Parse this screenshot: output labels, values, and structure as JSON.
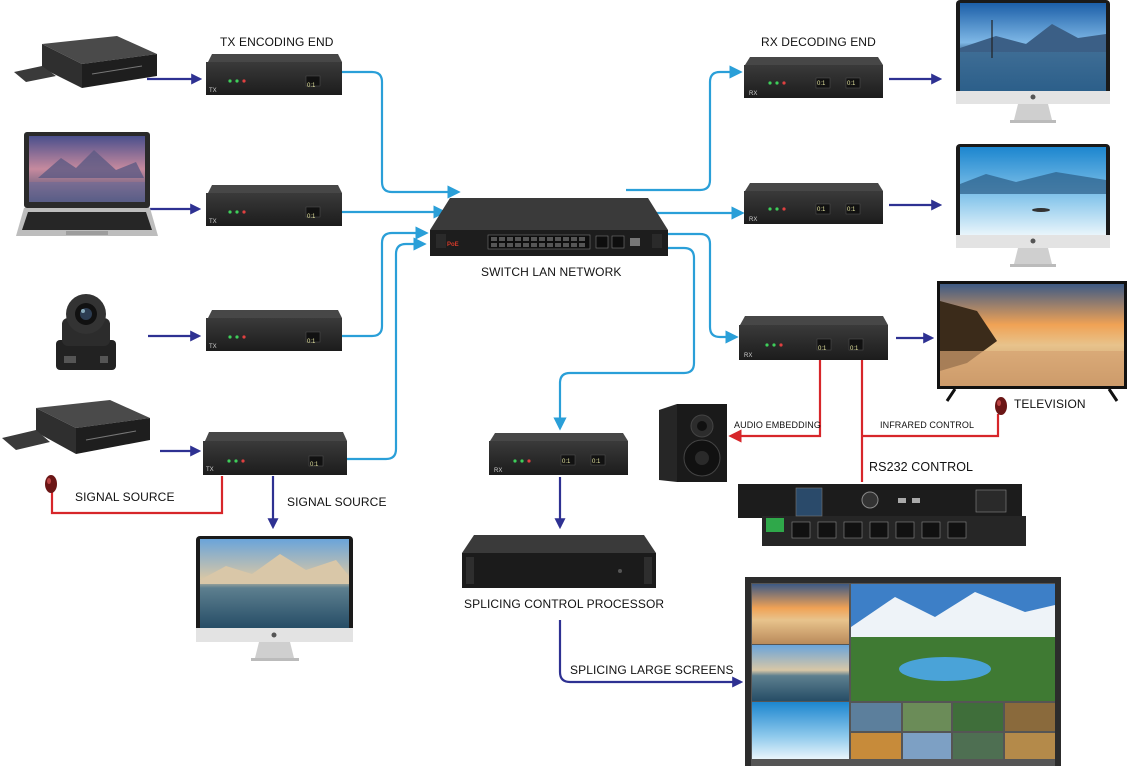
{
  "labels": {
    "tx_encoding_end": "TX ENCODING END",
    "rx_decoding_end": "RX DECODING END",
    "switch_lan_network": "SWITCH LAN NETWORK",
    "signal_source_left": "SIGNAL SOURCE",
    "signal_source_right": "SIGNAL SOURCE",
    "audio_embedding": "AUDIO EMBEDDING",
    "infrared_control": "INFRARED CONTROL",
    "television": "TELEVISION",
    "rs232_control": "RS232 CONTROL",
    "splicing_control_processor": "SPLICING CONTROL PROCESSOR",
    "splicing_large_screens": "SPLICING LARGE SCREENS"
  },
  "device_tags": {
    "tx": "TX",
    "rx": "RX",
    "poe": "PoE",
    "display_digits": "0:1"
  },
  "colors": {
    "network_link": "#2a9fd8",
    "signal_arrow": "#2e3192",
    "control_line": "#d7262a",
    "device_body": "#2b2b2b",
    "device_top": "#3d3d3d"
  },
  "icons": {
    "dvd_player": "dvd-player-icon",
    "laptop": "laptop-icon",
    "ptz_camera": "ptz-camera-icon",
    "monitor": "monitor-icon",
    "tv": "television-icon",
    "speaker": "speaker-icon",
    "ir_sensor": "ir-sensor-icon",
    "power_sequencer": "power-sequencer-icon",
    "video_wall": "video-wall-icon"
  }
}
